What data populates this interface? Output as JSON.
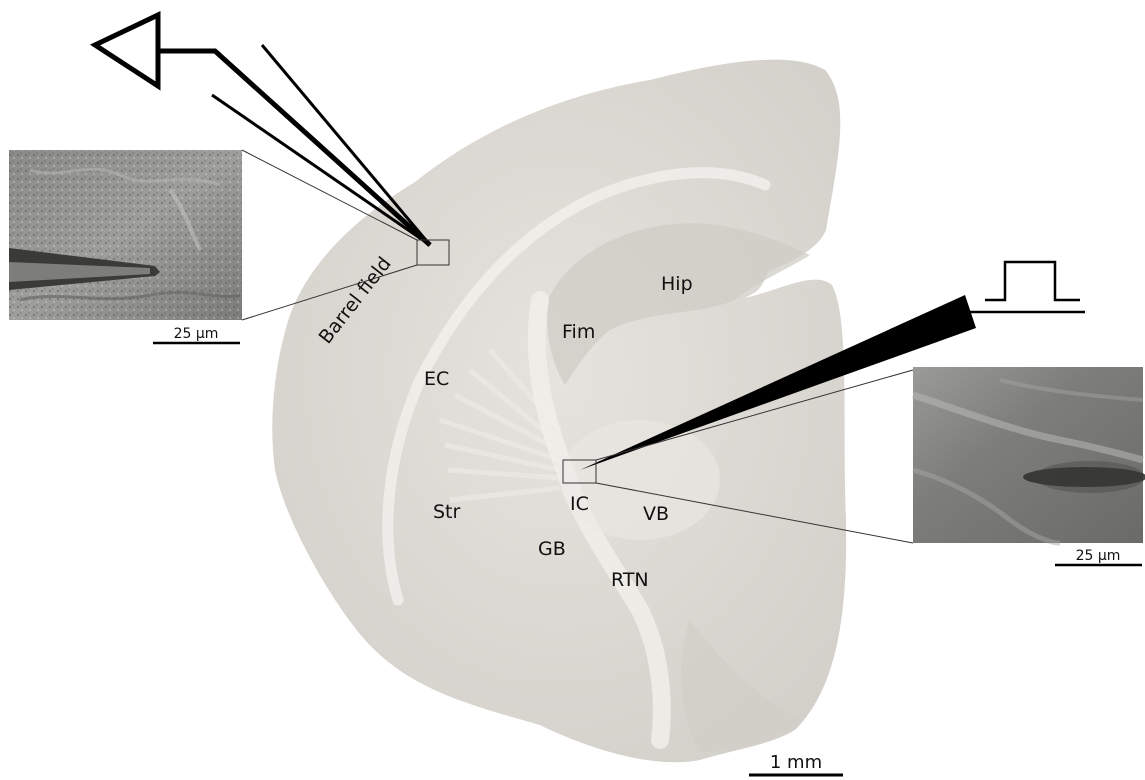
{
  "labels": {
    "barrel_field": "Barrel field",
    "ec": "EC",
    "str": "Str",
    "ic": "IC",
    "gb": "GB",
    "vb": "VB",
    "rtn": "RTN",
    "fim": "Fim",
    "hip": "Hip"
  },
  "scale_bars": {
    "left_inset": "25 µm",
    "right_inset": "25 µm",
    "slice": "1 mm"
  },
  "colors": {
    "tissue": "#dedbd6",
    "white_matter": "#efede9",
    "outline": "#000000"
  }
}
